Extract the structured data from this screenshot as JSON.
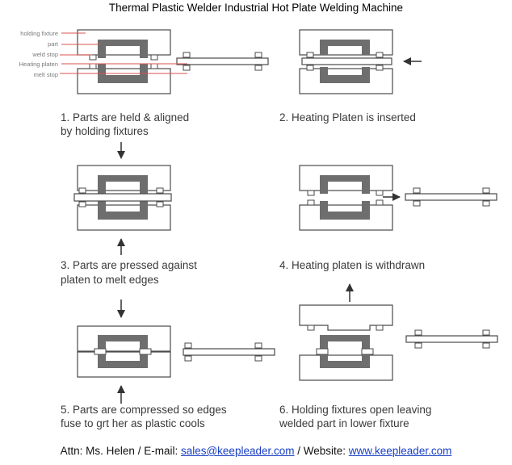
{
  "title": "Thermal Plastic Welder Industrial Hot Plate Welding Machine",
  "labels": {
    "holding_fixture": "holding fixture",
    "part": "part",
    "weld_stop": "weld stop",
    "heating_platen": "Heating platen",
    "melt_stop": "melt stop"
  },
  "steps": [
    {
      "line1": "1. Parts are held & aligned",
      "line2": "by holding fixtures"
    },
    {
      "line1": "2. Heating Platen is inserted",
      "line2": ""
    },
    {
      "line1": "3. Parts are pressed against",
      "line2": "platen to melt edges"
    },
    {
      "line1": "4. Heating platen is withdrawn",
      "line2": ""
    },
    {
      "line1": "5. Parts are compressed so edges",
      "line2": "fuse to grt her as plastic cools"
    },
    {
      "line1": "6. Holding fixtures open leaving",
      "line2": "welded part in lower fixture"
    }
  ],
  "footer": {
    "attn": "Attn: Ms. Helen / E-mail: ",
    "email": "sales@keepleader.com",
    "website_prefix": " / Website: ",
    "website": "www.keepleader.com"
  },
  "colors": {
    "part": "#6e6e6e",
    "outline": "#4a4a4a",
    "label_line": "#d9534f"
  }
}
